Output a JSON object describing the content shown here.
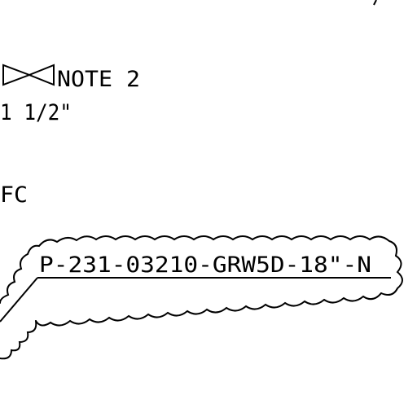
{
  "drawing": {
    "valve_note": "NOTE 2",
    "valve_size": "1 1/2\"",
    "fail_position": "FC",
    "line_number": "P-231-03210-GRW5D-18\"-N",
    "icons": {
      "valve": "gate-valve-symbol-icon",
      "cloud": "revision-cloud-icon"
    },
    "colors": {
      "ink": "#000000",
      "paper": "#ffffff"
    }
  }
}
